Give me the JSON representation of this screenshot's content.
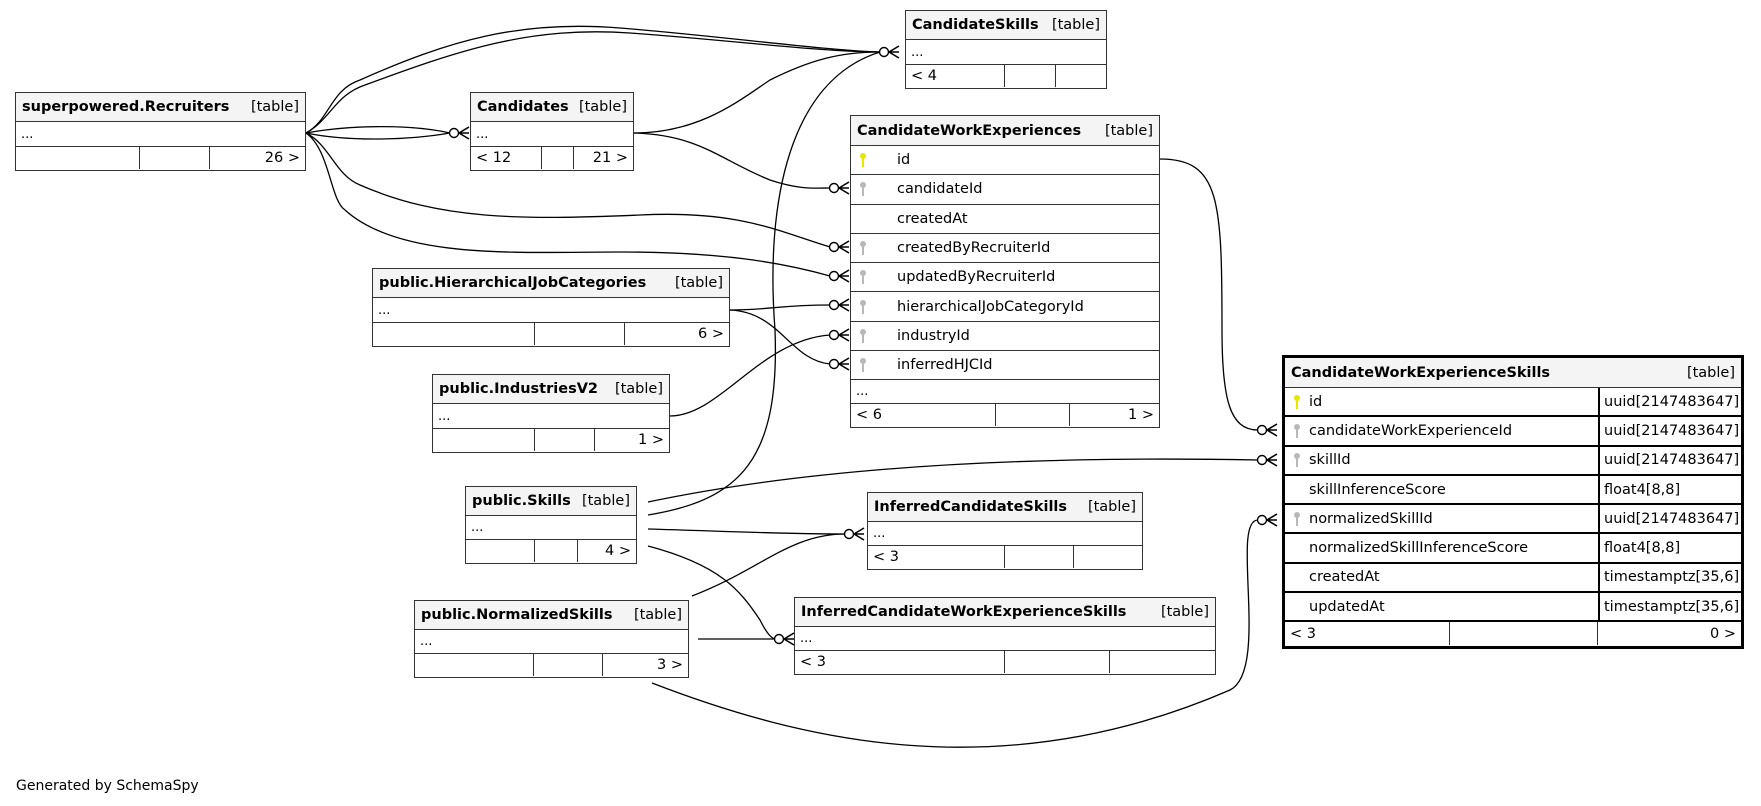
{
  "footer": "Generated by SchemaSpy",
  "kind_label": "[table]",
  "ellipsis": "...",
  "tables": {
    "recruiters": {
      "name": "superpowered.Recruiters",
      "foot": [
        "",
        "",
        "26 >"
      ]
    },
    "candidates": {
      "name": "Candidates",
      "foot": [
        "< 12",
        "",
        "21 >"
      ]
    },
    "candidate_skills": {
      "name": "CandidateSkills",
      "foot": [
        "< 4",
        "",
        ""
      ]
    },
    "hjc": {
      "name": "public.HierarchicalJobCategories",
      "foot": [
        "",
        "",
        "6 >"
      ]
    },
    "industries": {
      "name": "public.IndustriesV2",
      "foot": [
        "",
        "",
        "1 >"
      ]
    },
    "skills": {
      "name": "public.Skills",
      "foot": [
        "",
        "",
        "4 >"
      ]
    },
    "normalized_skills": {
      "name": "public.NormalizedSkills",
      "foot": [
        "",
        "",
        "3 >"
      ]
    },
    "inferred_candidate_skills": {
      "name": "InferredCandidateSkills",
      "foot": [
        "< 3",
        "",
        ""
      ]
    },
    "icwes": {
      "name": "InferredCandidateWorkExperienceSkills",
      "foot": [
        "< 3",
        "",
        ""
      ]
    },
    "cwe": {
      "name": "CandidateWorkExperiences",
      "columns": [
        {
          "name": "id",
          "key": "primary"
        },
        {
          "name": "candidateId",
          "key": "foreign"
        },
        {
          "name": "createdAt",
          "key": ""
        },
        {
          "name": "createdByRecruiterId",
          "key": "foreign"
        },
        {
          "name": "updatedByRecruiterId",
          "key": "foreign"
        },
        {
          "name": "hierarchicalJobCategoryId",
          "key": "foreign"
        },
        {
          "name": "industryId",
          "key": "foreign"
        },
        {
          "name": "inferredHJCId",
          "key": "foreign"
        }
      ],
      "foot": [
        "< 6",
        "",
        "1 >"
      ]
    },
    "cwes": {
      "name": "CandidateWorkExperienceSkills",
      "columns": [
        {
          "name": "id",
          "type": "uuid[2147483647]",
          "key": "primary"
        },
        {
          "name": "candidateWorkExperienceId",
          "type": "uuid[2147483647]",
          "key": "foreign"
        },
        {
          "name": "skillId",
          "type": "uuid[2147483647]",
          "key": "foreign"
        },
        {
          "name": "skillInferenceScore",
          "type": "float4[8,8]",
          "key": ""
        },
        {
          "name": "normalizedSkillId",
          "type": "uuid[2147483647]",
          "key": "foreign"
        },
        {
          "name": "normalizedSkillInferenceScore",
          "type": "float4[8,8]",
          "key": ""
        },
        {
          "name": "createdAt",
          "type": "timestamptz[35,6]",
          "key": ""
        },
        {
          "name": "updatedAt",
          "type": "timestamptz[35,6]",
          "key": ""
        }
      ],
      "foot": [
        "< 3",
        "",
        "0 >"
      ]
    }
  },
  "colors": {
    "primary_key": "#e6e600",
    "foreign_key": "#b8b8b8",
    "header_bg": "#f4f4f4"
  }
}
